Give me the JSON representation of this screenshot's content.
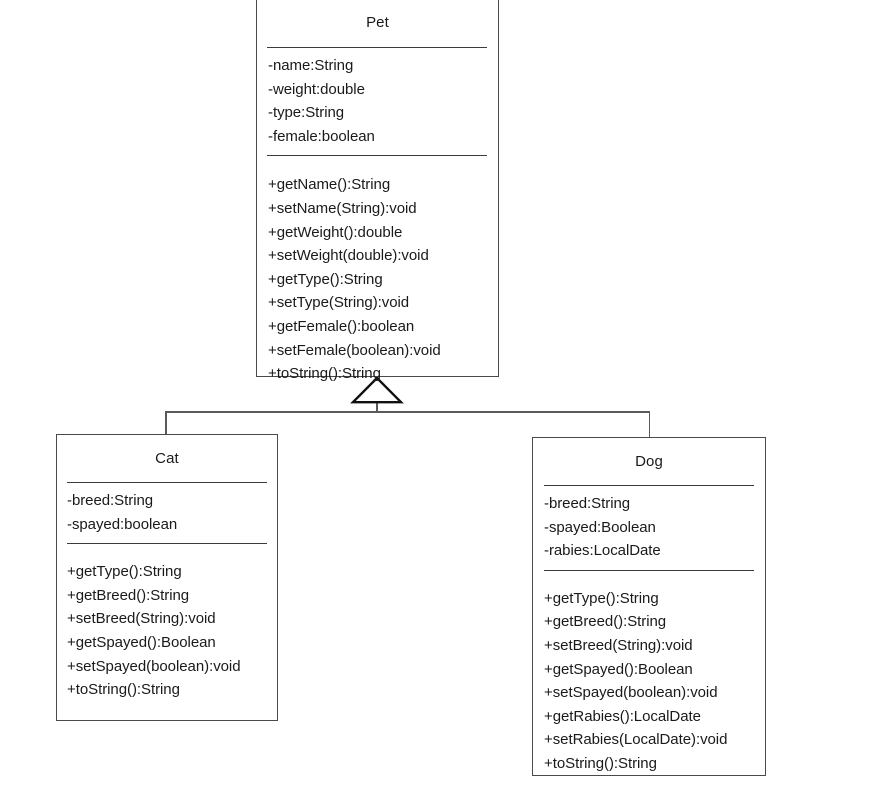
{
  "diagram": {
    "type": "uml-class-diagram",
    "relationship": "generalization",
    "background_color": "#ffffff",
    "line_color": "#4a4a4a",
    "text_color": "#1a1a1a"
  },
  "classes": {
    "pet": {
      "name": "Pet",
      "role": "superclass",
      "attributes": [
        "-name:String",
        "-weight:double",
        "-type:String",
        "-female:boolean"
      ],
      "methods": [
        "+getName():String",
        "+setName(String):void",
        "+getWeight():double",
        "+setWeight(double):void",
        "+getType():String",
        "+setType(String):void",
        "+getFemale():boolean",
        "+setFemale(boolean):void",
        "+toString():String"
      ]
    },
    "cat": {
      "name": "Cat",
      "role": "subclass",
      "attributes": [
        "-breed:String",
        "-spayed:boolean"
      ],
      "methods": [
        "+getType():String",
        "+getBreed():String",
        "+setBreed(String):void",
        "+getSpayed():Boolean",
        "+setSpayed(boolean):void",
        "+toString():String"
      ]
    },
    "dog": {
      "name": "Dog",
      "role": "subclass",
      "attributes": [
        "-breed:String",
        "-spayed:Boolean",
        "-rabies:LocalDate"
      ],
      "methods": [
        "+getType():String",
        "+getBreed():String",
        "+setBreed(String):void",
        "+getSpayed():Boolean",
        "+setSpayed(boolean):void",
        "+getRabies():LocalDate",
        "+setRabies(LocalDate):void",
        "+toString():String"
      ]
    }
  },
  "relationships": [
    {
      "from": "Cat",
      "to": "Pet",
      "kind": "generalization"
    },
    {
      "from": "Dog",
      "to": "Pet",
      "kind": "generalization"
    }
  ]
}
